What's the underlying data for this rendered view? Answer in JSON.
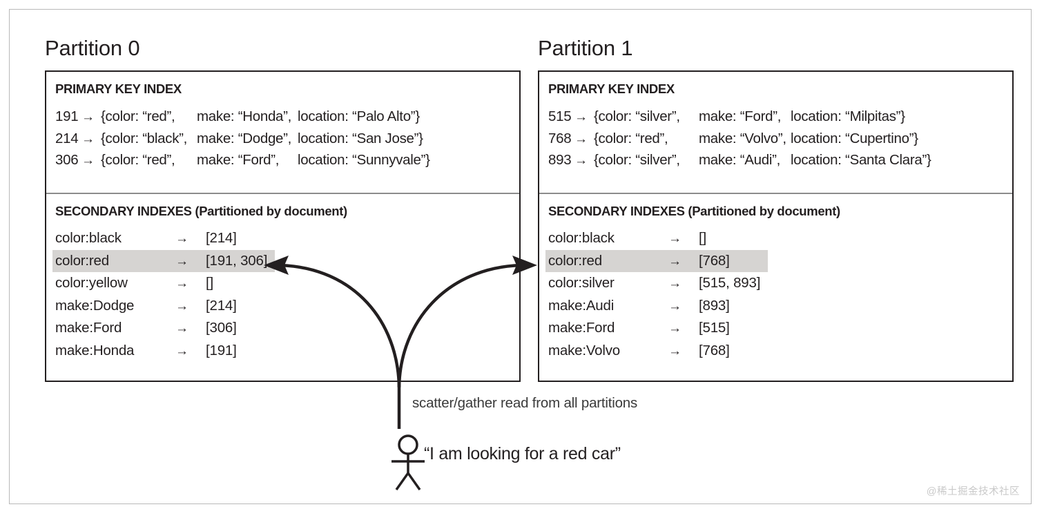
{
  "figure": {
    "watermark": "@稀土掘金技术社区",
    "scatter_caption": "scatter/gather read from all partitions",
    "user_quote": "“I am looking for a red car”",
    "highlight_color": "#d6d4d2",
    "border_color": "#231f20"
  },
  "partitions": [
    {
      "title": "Partition 0",
      "primary": {
        "title": "PRIMARY KEY INDEX",
        "arrow": "→",
        "rows": [
          {
            "key": "191",
            "color": "{color: “red”,",
            "make": "make: “Honda”,",
            "location": "location: “Palo Alto”}"
          },
          {
            "key": "214",
            "color": "{color: “black”,",
            "make": "make: “Dodge”,",
            "location": "location: “San Jose”}"
          },
          {
            "key": "306",
            "color": "{color: “red”,",
            "make": "make: “Ford”,",
            "location": "location: “Sunnyvale”}"
          }
        ]
      },
      "secondary": {
        "title": "SECONDARY INDEXES (Partitioned by document)",
        "arrow": "→",
        "rows": [
          {
            "term": "color:black",
            "postings": "[214]",
            "highlighted": false
          },
          {
            "term": "color:red",
            "postings": "[191, 306]",
            "highlighted": true
          },
          {
            "term": "color:yellow",
            "postings": "[]",
            "highlighted": false
          },
          {
            "term": "make:Dodge",
            "postings": "[214]",
            "highlighted": false
          },
          {
            "term": "make:Ford",
            "postings": "[306]",
            "highlighted": false
          },
          {
            "term": "make:Honda",
            "postings": "[191]",
            "highlighted": false
          }
        ]
      }
    },
    {
      "title": "Partition 1",
      "primary": {
        "title": "PRIMARY KEY INDEX",
        "arrow": "→",
        "rows": [
          {
            "key": "515",
            "color": "{color: “silver”,",
            "make": "make: “Ford”,",
            "location": "location: “Milpitas”}"
          },
          {
            "key": "768",
            "color": "{color: “red”,",
            "make": "make: “Volvo”,",
            "location": "location: “Cupertino”}"
          },
          {
            "key": "893",
            "color": "{color: “silver”,",
            "make": "make: “Audi”,",
            "location": "location: “Santa Clara”}"
          }
        ]
      },
      "secondary": {
        "title": "SECONDARY INDEXES (Partitioned by document)",
        "arrow": "→",
        "rows": [
          {
            "term": "color:black",
            "postings": "[]",
            "highlighted": false
          },
          {
            "term": "color:red",
            "postings": "[768]",
            "highlighted": true
          },
          {
            "term": "color:silver",
            "postings": "[515, 893]",
            "highlighted": false
          },
          {
            "term": "make:Audi",
            "postings": "[893]",
            "highlighted": false
          },
          {
            "term": "make:Ford",
            "postings": "[515]",
            "highlighted": false
          },
          {
            "term": "make:Volvo",
            "postings": "[768]",
            "highlighted": false
          }
        ]
      }
    }
  ]
}
